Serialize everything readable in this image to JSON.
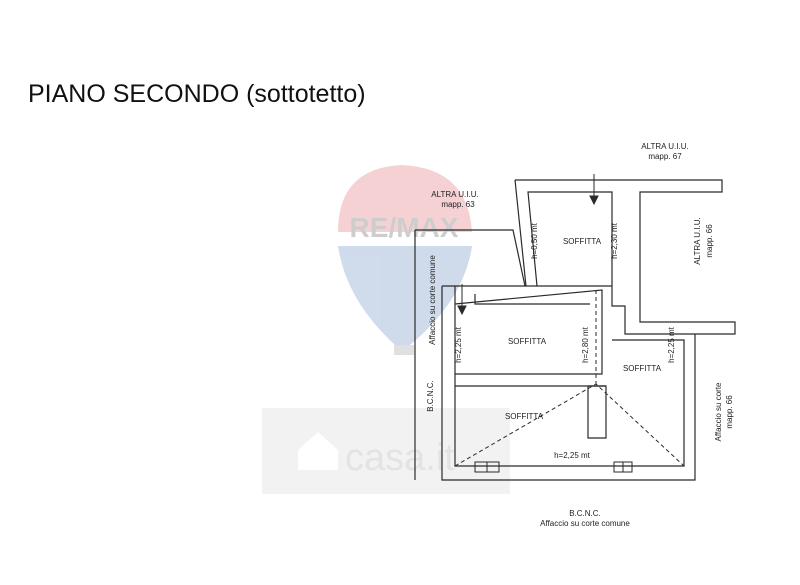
{
  "title": "PIANO SECONDO (sottotetto)",
  "labels": {
    "altra_uiu_top": "ALTRA  U.I.U.",
    "mapp_67": "mapp. 67",
    "altra_uiu_left": "ALTRA  U.I.U.",
    "mapp_63": "mapp. 63",
    "altra_uiu_right": "ALTRA  U.I.U.",
    "mapp_66_right": "mapp. 66",
    "affaccio_left": "Affaccio  su  corte  comune",
    "bcnc_left": "B.C.N.C.",
    "affaccio_right_1": "Affaccio  su  corte",
    "affaccio_right_2": "mapp. 66",
    "bcnc_bottom": "B.C.N.C.",
    "affaccio_bottom": "Affaccio  su  corte  comune",
    "soffitta_1": "SOFFITTA",
    "soffitta_2": "SOFFITTA",
    "soffitta_3": "SOFFITTA",
    "soffitta_4": "SOFFITTA",
    "h_050": "h=0,50 mt",
    "h_230": "h=2,30 mt",
    "h_225_left": "h=2,25 mt",
    "h_280": "h=2,80 mt",
    "h_225_right": "h=2,25 mt",
    "h_225_bottom": "h=2,25 mt"
  },
  "watermarks": {
    "remax": "RE/MAX",
    "casa": "casa.it"
  },
  "colors": {
    "wall": "#ffffff",
    "line": "#2a2a2a",
    "remax_red": "#d9343a",
    "remax_blue": "#2a5aa8"
  }
}
